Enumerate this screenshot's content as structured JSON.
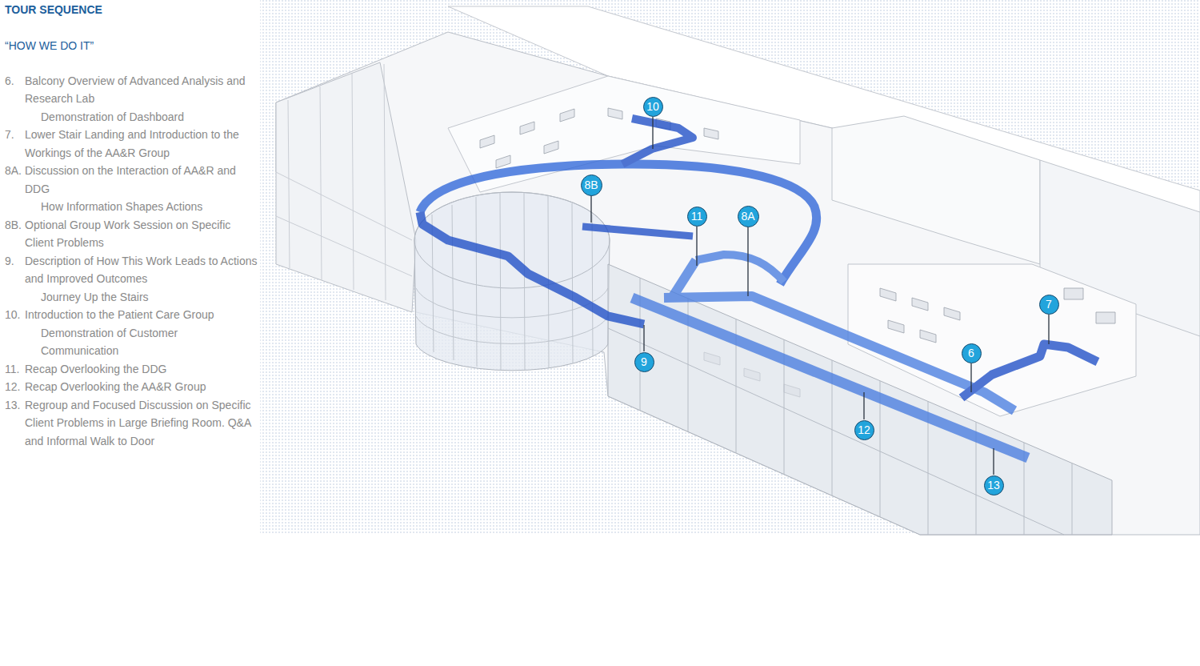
{
  "diagram": {
    "title": "TOUR SEQUENCE",
    "nodes": [
      {
        "text": [
          "10"
        ]
      },
      {
        "text": [
          "8B"
        ]
      },
      {
        "text": [
          "11"
        ]
      },
      {
        "text": [
          "8A"
        ]
      },
      {
        "text": [
          "7"
        ]
      },
      {
        "text": [
          "6"
        ]
      },
      {
        "text": [
          "9"
        ]
      },
      {
        "text": [
          "12"
        ]
      },
      {
        "text": [
          "13"
        ]
      }
    ],
    "labels": [
      "“HOW WE DO IT”",
      "6.",
      "Balcony Overview of Advanced Analysis and Research Lab",
      "Demonstration of Dashboard",
      "7.",
      "Lower Stair Landing and Introduction to the Workings of the AA&R Group",
      "8A.",
      "Discussion on the Interaction of AA&R and DDG",
      "How Information Shapes Actions",
      "8B.",
      "Optional Group Work Session on Specific Client Problems",
      "9.",
      "Description of How This Work Leads to Actions and Improved Outcomes",
      "Journey Up the Stairs",
      "10.",
      "Introduction to the Patient Care Group",
      "Demonstration of Customer Communication",
      "11.",
      "Recap Overlooking the DDG",
      "12.",
      "Recap Overlooking the AA&R Group",
      "13.",
      "Regroup and Focused Discussion on Specific Client Problems in Large Briefing Room. Q&A and Informal Walk to Door"
    ]
  }
}
